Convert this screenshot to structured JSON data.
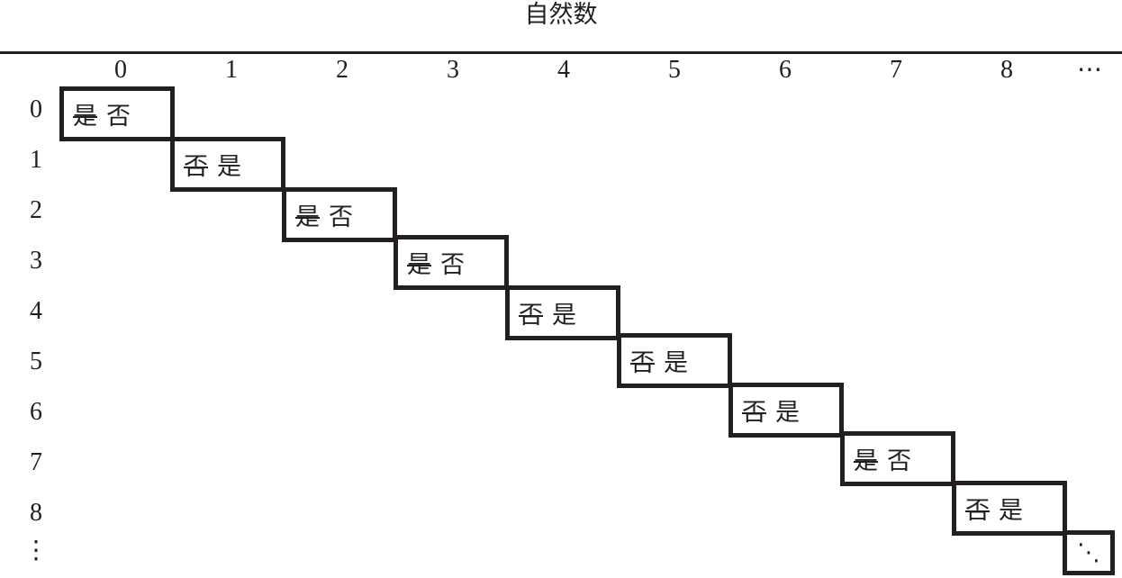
{
  "title": "自然数",
  "columns": [
    "0",
    "1",
    "2",
    "3",
    "4",
    "5",
    "6",
    "7",
    "8",
    "⋯"
  ],
  "rows": [
    "0",
    "1",
    "2",
    "3",
    "4",
    "5",
    "6",
    "7",
    "8",
    "⋮"
  ],
  "diagonal": [
    {
      "struck": "是",
      "kept": "否"
    },
    {
      "struck": "否",
      "kept": "是"
    },
    {
      "struck": "是",
      "kept": "否"
    },
    {
      "struck": "是",
      "kept": "否"
    },
    {
      "struck": "否",
      "kept": "是"
    },
    {
      "struck": "否",
      "kept": "是"
    },
    {
      "struck": "否",
      "kept": "是"
    },
    {
      "struck": "是",
      "kept": "否"
    },
    {
      "struck": "否",
      "kept": "是"
    }
  ],
  "continuation": "⋱"
}
